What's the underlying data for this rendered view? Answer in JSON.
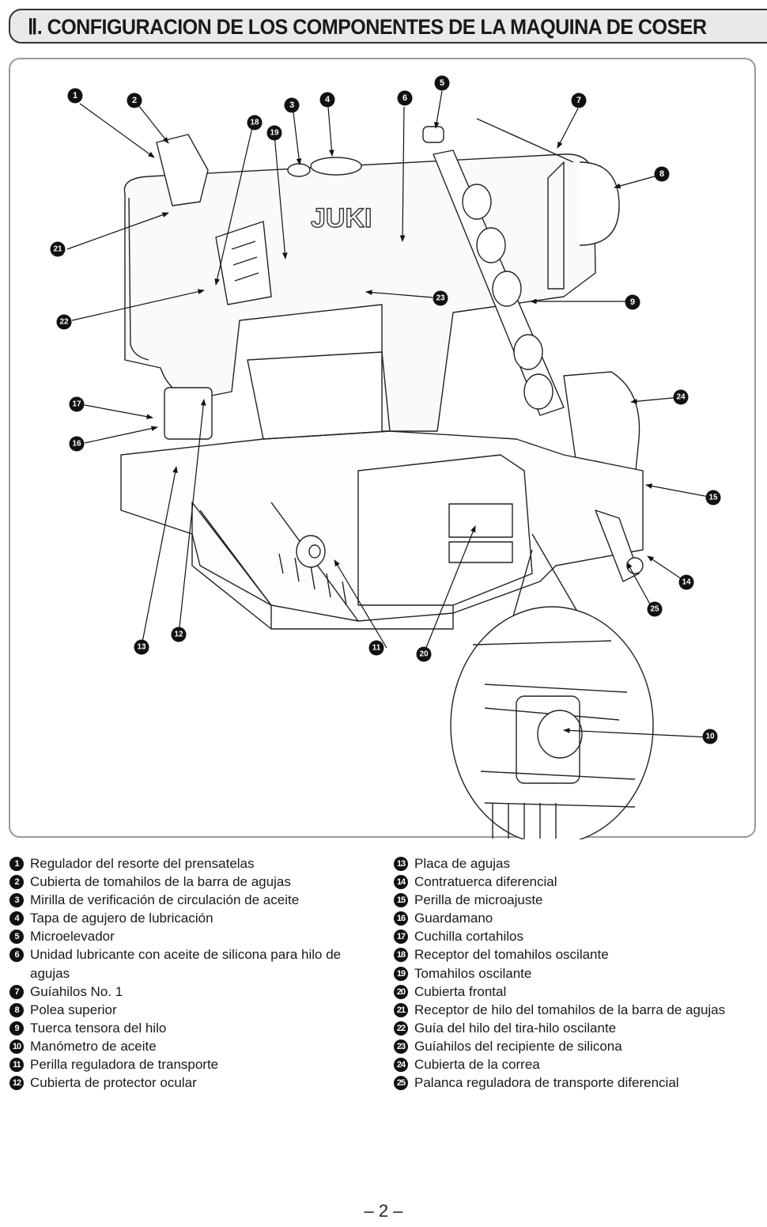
{
  "header": {
    "title": "Ⅱ. CONFIGURACION DE LOS COMPONENTES DE LA MAQUINA DE COSER"
  },
  "figure": {
    "brand_mark": "JUKI",
    "callouts": [
      "1",
      "2",
      "3",
      "4",
      "5",
      "6",
      "7",
      "8",
      "9",
      "10",
      "11",
      "12",
      "13",
      "14",
      "15",
      "16",
      "17",
      "18",
      "19",
      "20",
      "21",
      "22",
      "23",
      "24",
      "25"
    ]
  },
  "legend": {
    "left": [
      {
        "num": "1",
        "text": "Regulador del resorte del prensatelas"
      },
      {
        "num": "2",
        "text": "Cubierta de tomahilos de la barra de agujas"
      },
      {
        "num": "3",
        "text": "Mirilla de verificación de circulación de aceite"
      },
      {
        "num": "4",
        "text": "Tapa de agujero de lubricación"
      },
      {
        "num": "5",
        "text": "Microelevador"
      },
      {
        "num": "6",
        "text": "Unidad lubricante con aceite de silicona para hilo de agujas"
      },
      {
        "num": "7",
        "text": "Guíahilos No. 1"
      },
      {
        "num": "8",
        "text": "Polea superior"
      },
      {
        "num": "9",
        "text": "Tuerca tensora del hilo"
      },
      {
        "num": "10",
        "text": "Manómetro de aceite"
      },
      {
        "num": "11",
        "text": "Perilla reguladora de transporte"
      },
      {
        "num": "12",
        "text": "Cubierta de protector ocular"
      }
    ],
    "right": [
      {
        "num": "13",
        "text": "Placa de agujas"
      },
      {
        "num": "14",
        "text": "Contratuerca diferencial"
      },
      {
        "num": "15",
        "text": "Perilla de microajuste"
      },
      {
        "num": "16",
        "text": "Guardamano"
      },
      {
        "num": "17",
        "text": "Cuchilla cortahilos"
      },
      {
        "num": "18",
        "text": "Receptor del tomahilos oscilante"
      },
      {
        "num": "19",
        "text": "Tomahilos oscilante"
      },
      {
        "num": "20",
        "text": "Cubierta frontal"
      },
      {
        "num": "21",
        "text": "Receptor de hilo del tomahilos de la barra de agujas"
      },
      {
        "num": "22",
        "text": "Guía del hilo del tira-hilo oscilante"
      },
      {
        "num": "23",
        "text": "Guíahilos del recipiente de silicona"
      },
      {
        "num": "24",
        "text": "Cubierta de la correa"
      },
      {
        "num": "25",
        "text": "Palanca reguladora de transporte diferencial"
      }
    ]
  },
  "footer": {
    "page_number": "– 2 –"
  }
}
